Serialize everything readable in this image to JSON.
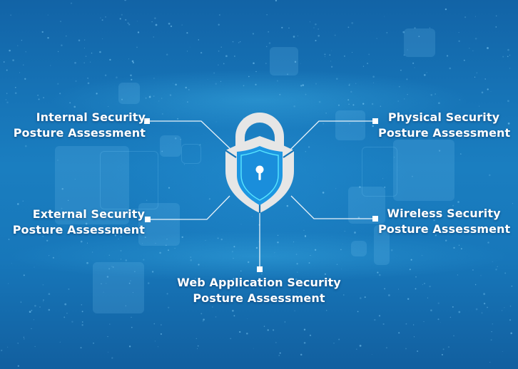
{
  "diagram": {
    "center_icon": "padlock-shield-keyhole-icon",
    "colors": {
      "background_top": "#1263a6",
      "background_mid": "#1a7ec0",
      "background_bottom": "#125f9f",
      "lock_body": "#e6e6e6",
      "shield_fill": "#1e9be6",
      "shield_glow": "#4fe0ff",
      "connector": "#ffffff",
      "label_text": "#ffffff"
    },
    "nodes": [
      {
        "id": "internal",
        "line1": "Internal Security",
        "line2": "Posture Assessment",
        "position": "top-left"
      },
      {
        "id": "external",
        "line1": "External Security",
        "line2": "Posture Assessment",
        "position": "middle-left"
      },
      {
        "id": "physical",
        "line1": "Physical Security",
        "line2": "Posture Assessment",
        "position": "top-right"
      },
      {
        "id": "wireless",
        "line1": "Wireless Security",
        "line2": "Posture Assessment",
        "position": "middle-right"
      },
      {
        "id": "webapp",
        "line1": "Web Application Security",
        "line2": "Posture Assessment",
        "position": "bottom-center"
      }
    ]
  }
}
